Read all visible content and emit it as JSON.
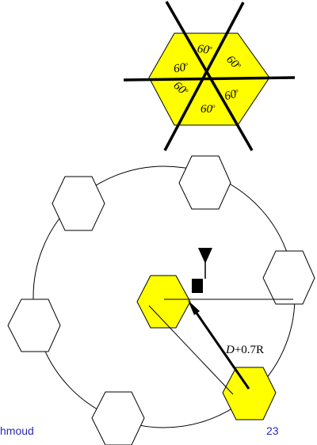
{
  "sector_diagram": {
    "angle_labels": [
      "60",
      "60",
      "60",
      "60",
      "60",
      "60"
    ],
    "degree_mark": "o"
  },
  "interference_diagram": {
    "distance_label_D": "D",
    "distance_label_rest": "+0.7R"
  },
  "footer": {
    "author": "hmoud",
    "page_number": "23"
  },
  "colors": {
    "cell_fill": "#ffff00",
    "footer_text": "#2a2ab8",
    "stroke": "#000000"
  }
}
